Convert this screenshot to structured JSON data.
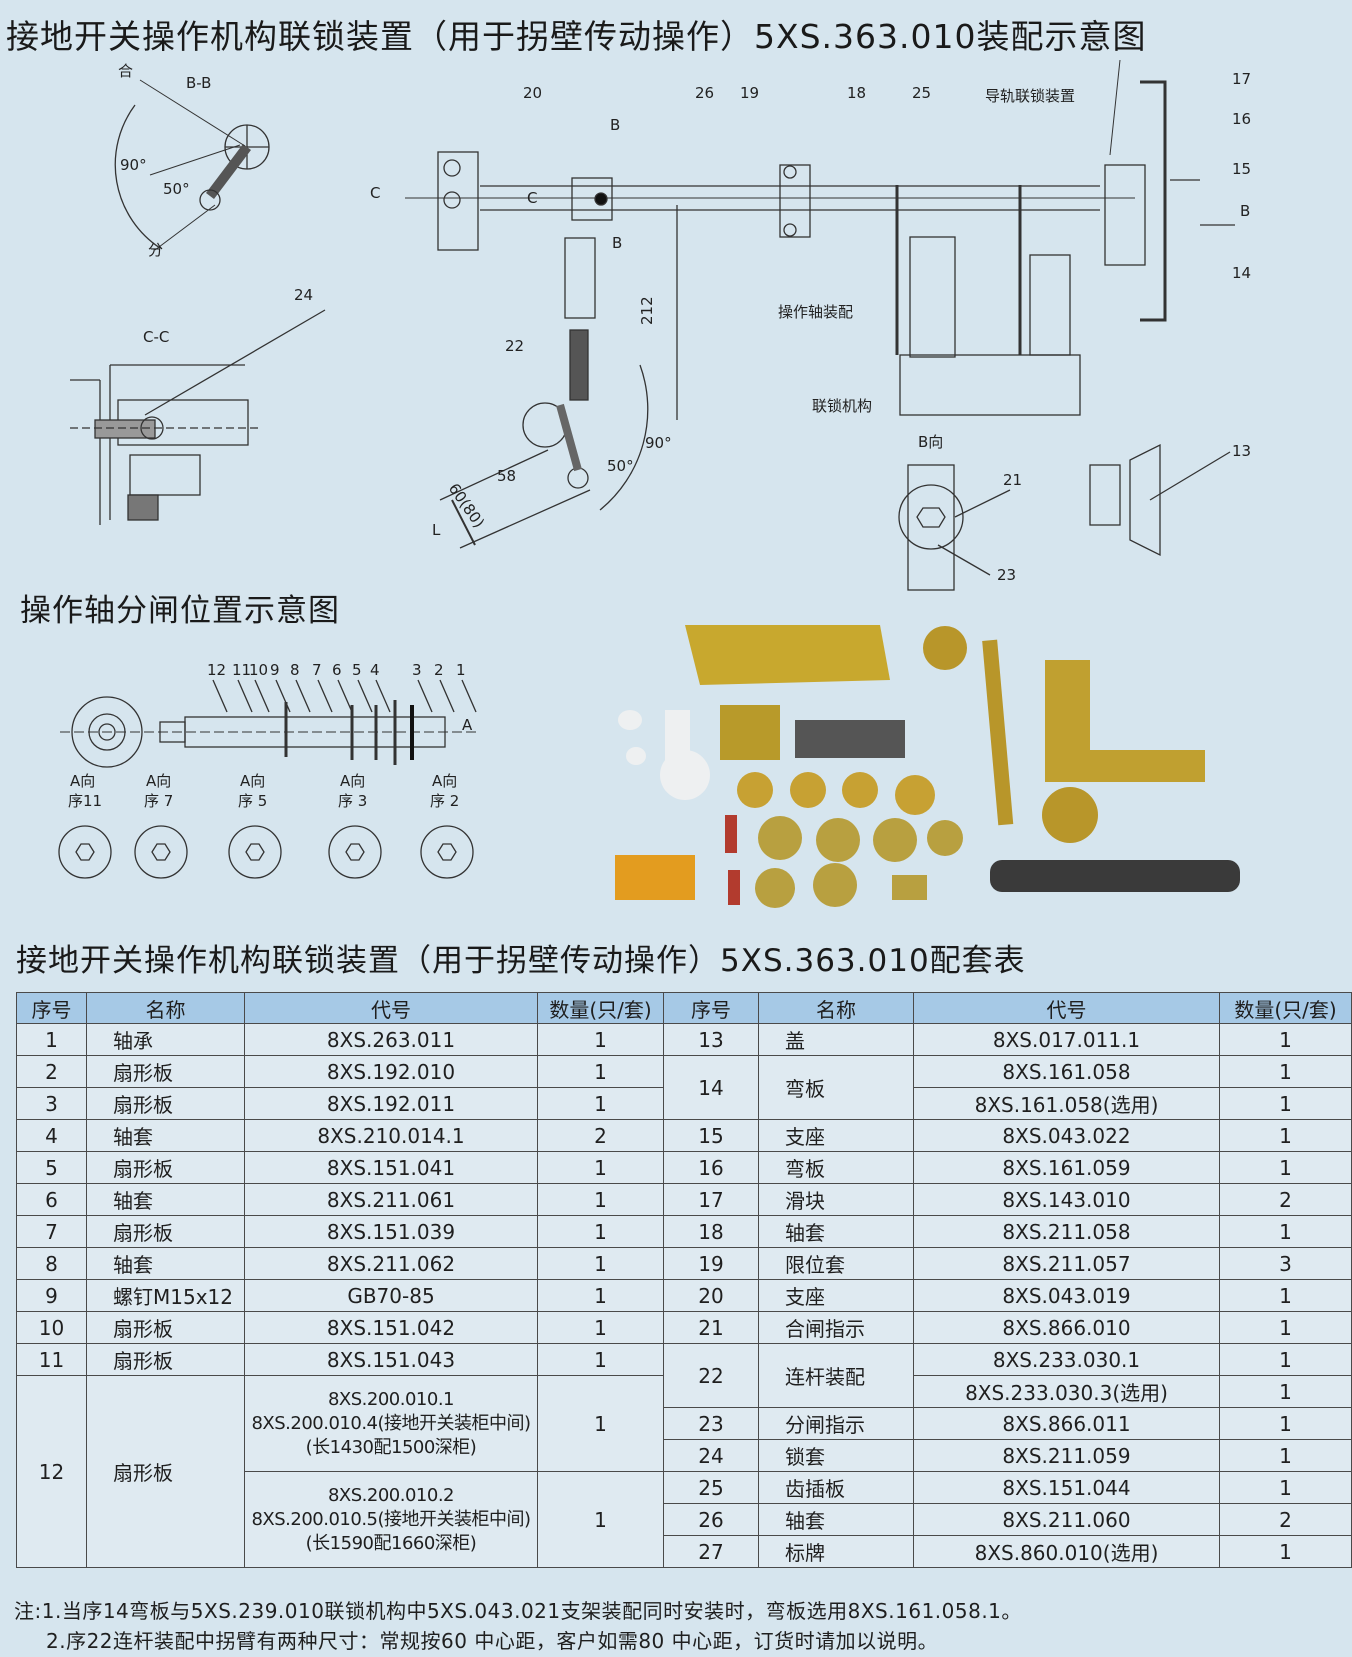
{
  "titles": {
    "main": "接地开关操作机构联锁装置（用于拐壁传动操作）5XS.363.010装配示意图",
    "sub": "操作轴分闸位置示意图",
    "table": "接地开关操作机构联锁装置（用于拐壁传动操作）5XS.363.010配套表"
  },
  "drawing_labels": {
    "bb": "B-B",
    "he": "合",
    "fen": "分",
    "deg90": "90°",
    "deg50": "50°",
    "cc": "C-C",
    "n24": "24",
    "n20": "20",
    "n26": "26",
    "n19": "19",
    "n18": "18",
    "n25": "25",
    "n17": "17",
    "n16": "16",
    "n15": "15",
    "n14": "14",
    "n13": "13",
    "n21": "21",
    "n22": "22",
    "n23": "23",
    "c": "C",
    "b": "B",
    "guide": "导轨联锁装置",
    "shaft": "操作轴装配",
    "interlock": "联锁机构",
    "dim212": "212",
    "dim58": "58",
    "dim60": "60(80)",
    "l": "L",
    "bview": "B向",
    "a": "A",
    "seq_top": [
      "12",
      "11",
      "10",
      "9",
      "8",
      "7",
      "6",
      "5",
      "4",
      "3",
      "2",
      "1"
    ],
    "aviews": [
      {
        "dir": "A向",
        "seq": "序11"
      },
      {
        "dir": "A向",
        "seq": "序 7"
      },
      {
        "dir": "A向",
        "seq": "序 5"
      },
      {
        "dir": "A向",
        "seq": "序 3"
      },
      {
        "dir": "A向",
        "seq": "序 2"
      }
    ]
  },
  "table": {
    "headers": [
      "序号",
      "名称",
      "代号",
      "数量(只/套)",
      "序号",
      "名称",
      "代号",
      "数量(只/套)"
    ],
    "left": [
      {
        "no": "1",
        "name": "轴承",
        "code": "8XS.263.011",
        "qty": "1"
      },
      {
        "no": "2",
        "name": "扇形板",
        "code": "8XS.192.010",
        "qty": "1"
      },
      {
        "no": "3",
        "name": "扇形板",
        "code": "8XS.192.011",
        "qty": "1"
      },
      {
        "no": "4",
        "name": "轴套",
        "code": "8XS.210.014.1",
        "qty": "2"
      },
      {
        "no": "5",
        "name": "扇形板",
        "code": "8XS.151.041",
        "qty": "1"
      },
      {
        "no": "6",
        "name": "轴套",
        "code": "8XS.211.061",
        "qty": "1"
      },
      {
        "no": "7",
        "name": "扇形板",
        "code": "8XS.151.039",
        "qty": "1"
      },
      {
        "no": "8",
        "name": "轴套",
        "code": "8XS.211.062",
        "qty": "1"
      },
      {
        "no": "9",
        "name": "螺钉M15x12",
        "code": "GB70-85",
        "qty": "1"
      },
      {
        "no": "10",
        "name": "扇形板",
        "code": "8XS.151.042",
        "qty": "1"
      },
      {
        "no": "11",
        "name": "扇形板",
        "code": "8XS.151.043",
        "qty": "1"
      }
    ],
    "row12": {
      "no": "12",
      "name": "扇形板",
      "a": [
        "8XS.200.010.1",
        "8XS.200.010.4(接地开关装柜中间)",
        "(长1430配1500深柜)"
      ],
      "a_qty": "1",
      "b": [
        "8XS.200.010.2",
        "8XS.200.010.5(接地开关装柜中间)",
        "(长1590配1660深柜)"
      ],
      "b_qty": "1"
    },
    "right": [
      {
        "no": "13",
        "name": "盖",
        "code": "8XS.017.011.1",
        "qty": "1"
      },
      {
        "no": "14",
        "name": "弯板",
        "code": "8XS.161.058",
        "qty": "1",
        "code2": "8XS.161.058(选用)",
        "qty2": "1"
      },
      {
        "no": "15",
        "name": "支座",
        "code": "8XS.043.022",
        "qty": "1"
      },
      {
        "no": "16",
        "name": "弯板",
        "code": "8XS.161.059",
        "qty": "1"
      },
      {
        "no": "17",
        "name": "滑块",
        "code": "8XS.143.010",
        "qty": "2"
      },
      {
        "no": "18",
        "name": "轴套",
        "code": "8XS.211.058",
        "qty": "1"
      },
      {
        "no": "19",
        "name": "限位套",
        "code": "8XS.211.057",
        "qty": "3"
      },
      {
        "no": "20",
        "name": "支座",
        "code": "8XS.043.019",
        "qty": "1"
      },
      {
        "no": "21",
        "name": "合闸指示",
        "code": "8XS.866.010",
        "qty": "1"
      },
      {
        "no": "22",
        "name": "连杆装配",
        "code": "8XS.233.030.1",
        "qty": "1",
        "code2": "8XS.233.030.3(选用)",
        "qty2": "1"
      },
      {
        "no": "23",
        "name": "分闸指示",
        "code": "8XS.866.011",
        "qty": "1"
      },
      {
        "no": "24",
        "name": "锁套",
        "code": "8XS.211.059",
        "qty": "1"
      },
      {
        "no": "25",
        "name": "齿插板",
        "code": "8XS.151.044",
        "qty": "1"
      },
      {
        "no": "26",
        "name": "轴套",
        "code": "8XS.211.060",
        "qty": "2"
      },
      {
        "no": "27",
        "name": "标牌",
        "code": "8XS.860.010(选用)",
        "qty": "1"
      }
    ]
  },
  "notes": [
    "注:1.当序14弯板与5XS.239.010联锁机构中5XS.043.021支架装配同时安装时，弯板选用8XS.161.058.1。",
    "2.序22连杆装配中拐臂有两种尺寸：常规按60 中心距，客户如需80 中心距，订货时请加以说明。"
  ],
  "colors": {
    "background": "#d6e5ee",
    "header": "#a6c9e6",
    "parts": "#c8a82e"
  }
}
